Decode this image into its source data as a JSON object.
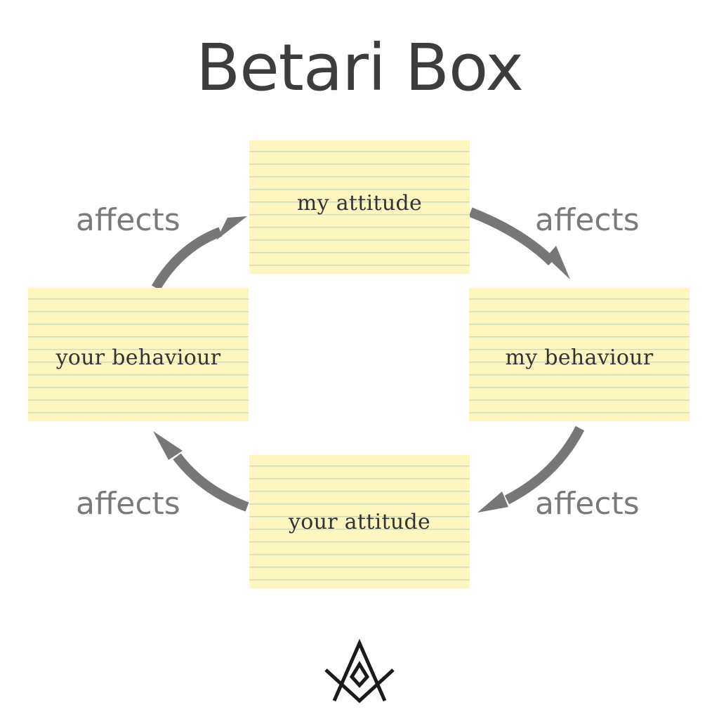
{
  "title": "Betari Box",
  "notes": {
    "top": "my attitude",
    "right": "my behaviour",
    "bottom": "your attitude",
    "left": "your behaviour"
  },
  "arrow_labels": {
    "top_left": "affects",
    "top_right": "affects",
    "bottom_left": "affects",
    "bottom_right": "affects"
  },
  "colors": {
    "note_fill": "#fdf6bf",
    "note_lines": "#c8e0c8",
    "arrow": "#777777",
    "title": "#3d3d3d",
    "label": "#7a7a7a"
  },
  "icons": {
    "logo": "square-and-compass-icon"
  }
}
